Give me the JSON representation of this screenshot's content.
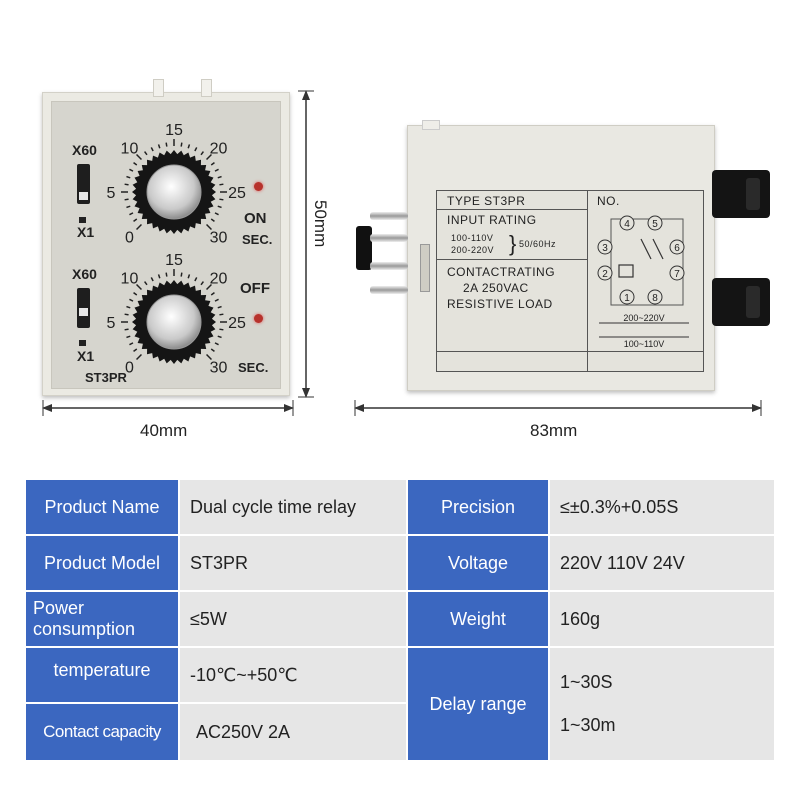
{
  "front": {
    "dial1_ticks": [
      "0",
      "5",
      "10",
      "15",
      "20",
      "25",
      "30"
    ],
    "dial2_ticks": [
      "0",
      "5",
      "10",
      "15",
      "20",
      "25",
      "30"
    ],
    "switch1_top": "X60",
    "switch1_bottom": "X1",
    "switch2_top": "X60",
    "switch2_bottom": "X1",
    "on_label": "ON",
    "off_label": "OFF",
    "sec1": "SEC.",
    "sec2": "SEC.",
    "model": "ST3PR"
  },
  "side": {
    "type_line": "TYPE  ST3PR",
    "no_label": "NO.",
    "input_rating": "INPUT   RATING",
    "v1": "100-110V",
    "v2": "200-220V",
    "freq": "50/60Hz",
    "contact_title": "CONTACTRATING",
    "contact_val": "2A    250VAC",
    "resistive": "RESISTIVE  LOAD",
    "pins": [
      "1",
      "2",
      "3",
      "4",
      "5",
      "6",
      "7",
      "8"
    ],
    "wiring1": "200~220V",
    "wiring2": "100~110V"
  },
  "dims": {
    "height": "50mm",
    "width_front": "40mm",
    "width_side": "83mm"
  },
  "table": {
    "rows": [
      {
        "h1": "Product Name",
        "v1": "Dual cycle time relay",
        "h2": "Precision",
        "v2": "≤±0.3%+0.05S"
      },
      {
        "h1": "Product Model",
        "v1": "ST3PR",
        "h2": "Voltage",
        "v2": "220V 110V 24V"
      },
      {
        "h1": "Power consumption",
        "v1": "≤5W",
        "h2": "Weight",
        "v2": "160g"
      },
      {
        "h1": "temperature",
        "v1": "-10℃~+50℃",
        "h2": "Delay range",
        "v2": "1~30S"
      },
      {
        "h1": "Contact capacity",
        "v1": "AC250V  2A",
        "v2b": "1~30m"
      }
    ]
  },
  "colors": {
    "header_blue": "#3b67c0",
    "value_gray": "#e6e6e6",
    "led_red": "#b7322c"
  }
}
